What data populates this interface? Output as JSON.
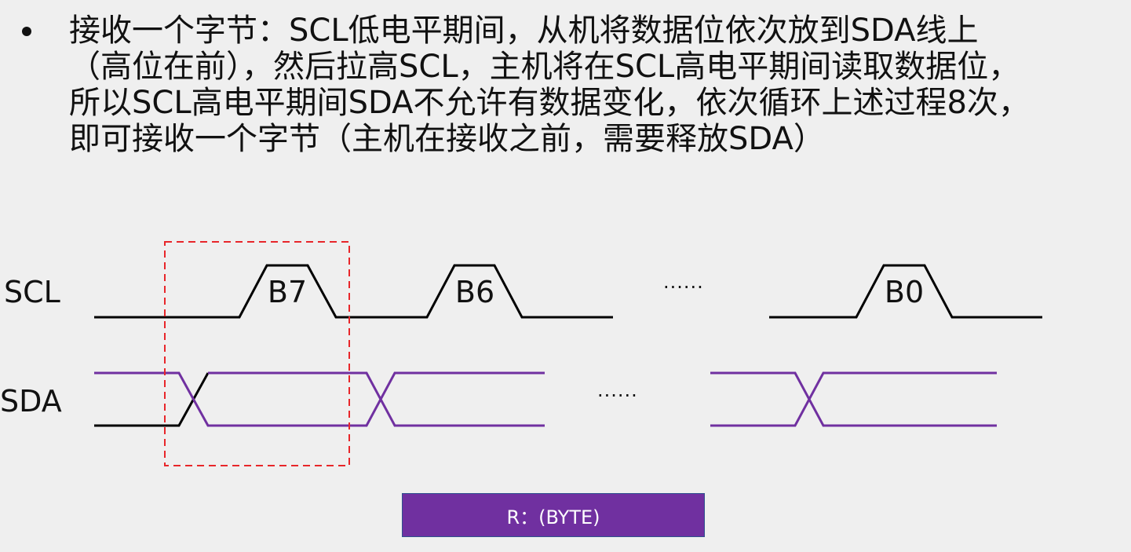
{
  "slide": {
    "bullet_lines": [
      "接收一个字节：SCL低电平期间，从机将数据位依次放到SDA线上",
      "（高位在前），然后拉高SCL，主机将在SCL高电平期间读取数据位，",
      "所以SCL高电平期间SDA不允许有数据变化，依次循环上述过程8次，",
      "即可接收一个字节（主机在接收之前，需要释放SDA）"
    ]
  },
  "diagram": {
    "signals": {
      "scl": "SCL",
      "sda": "SDA"
    },
    "bits": {
      "b7": "B7",
      "b6": "B6",
      "b0": "B0"
    },
    "ellipsis_scl": "······",
    "ellipsis_sda": "······",
    "colors": {
      "scl_line": "#000000",
      "sda_line": "#7030a0",
      "highlight_box": "#e8262a",
      "byte_box_fill": "#7030a0",
      "byte_box_border": "#2f528f"
    }
  },
  "byte_box": {
    "label": "R：(BYTE)"
  }
}
